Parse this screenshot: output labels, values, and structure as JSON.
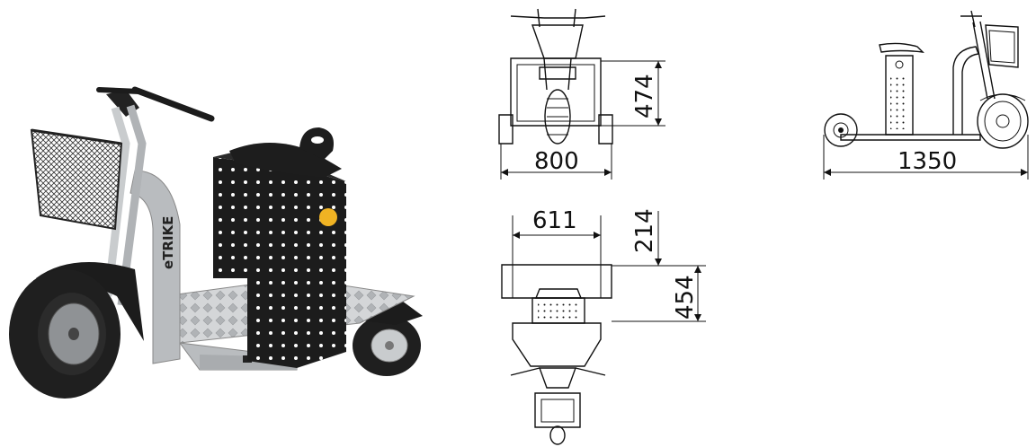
{
  "product": {
    "brand_label": "eTRIKE"
  },
  "dimensions": {
    "front_width": "800",
    "front_height": "474",
    "side_length": "1350",
    "top_width": "611",
    "top_offset": "214",
    "top_height": "454"
  },
  "colors": {
    "frame": "#b9bcbf",
    "body_black": "#1c1c1c",
    "deck": "#d4d6d8",
    "tire": "#222222",
    "lamp": "#f0b323",
    "line": "#111111"
  },
  "icons": {
    "basket": "basket-icon",
    "wheel": "wheel-icon",
    "seat": "seat-icon"
  }
}
